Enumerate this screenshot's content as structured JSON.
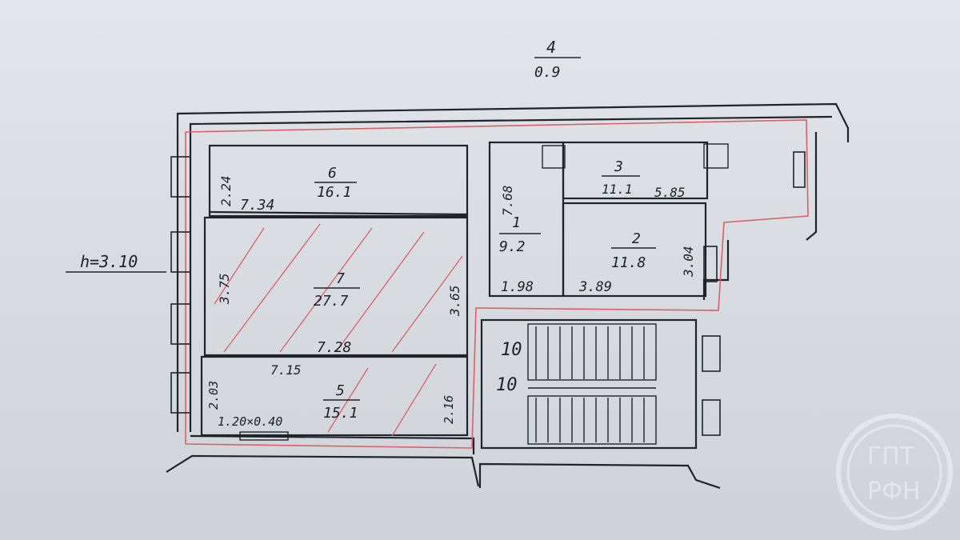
{
  "height_label": "h=3.10",
  "corridor": {
    "number": "4",
    "area": "0.9"
  },
  "rooms": [
    {
      "id": "1",
      "number": "1",
      "area": "9.2"
    },
    {
      "id": "2",
      "number": "2",
      "area": "11.8"
    },
    {
      "id": "3",
      "number": "3",
      "area": "11.1"
    },
    {
      "id": "5",
      "number": "5",
      "area": "15.1"
    },
    {
      "id": "6",
      "number": "6",
      "area": "16.1"
    },
    {
      "id": "7",
      "number": "7",
      "area": "27.7"
    }
  ],
  "dimensions": {
    "d_2_24": "2.24",
    "d_7_34": "7.34",
    "d_7_68": "7.68",
    "d_5_85": "5.85",
    "d_3_75": "3.75",
    "d_3_65": "3.65",
    "d_3_04": "3.04",
    "d_1_98": "1.98",
    "d_3_89": "3.89",
    "d_7_28": "7.28",
    "d_7_15": "7.15",
    "d_2_03": "2.03",
    "d_2_16": "2.16",
    "d_window": "1.20×0.40"
  },
  "stair_labels": {
    "upper": "10",
    "lower": "10"
  },
  "stamp": {
    "top": "ГПТ",
    "bottom": "РФН"
  },
  "colors": {
    "ink": "#1f232a",
    "red_line": "#d8606a",
    "stamp": "#eef1f4"
  }
}
